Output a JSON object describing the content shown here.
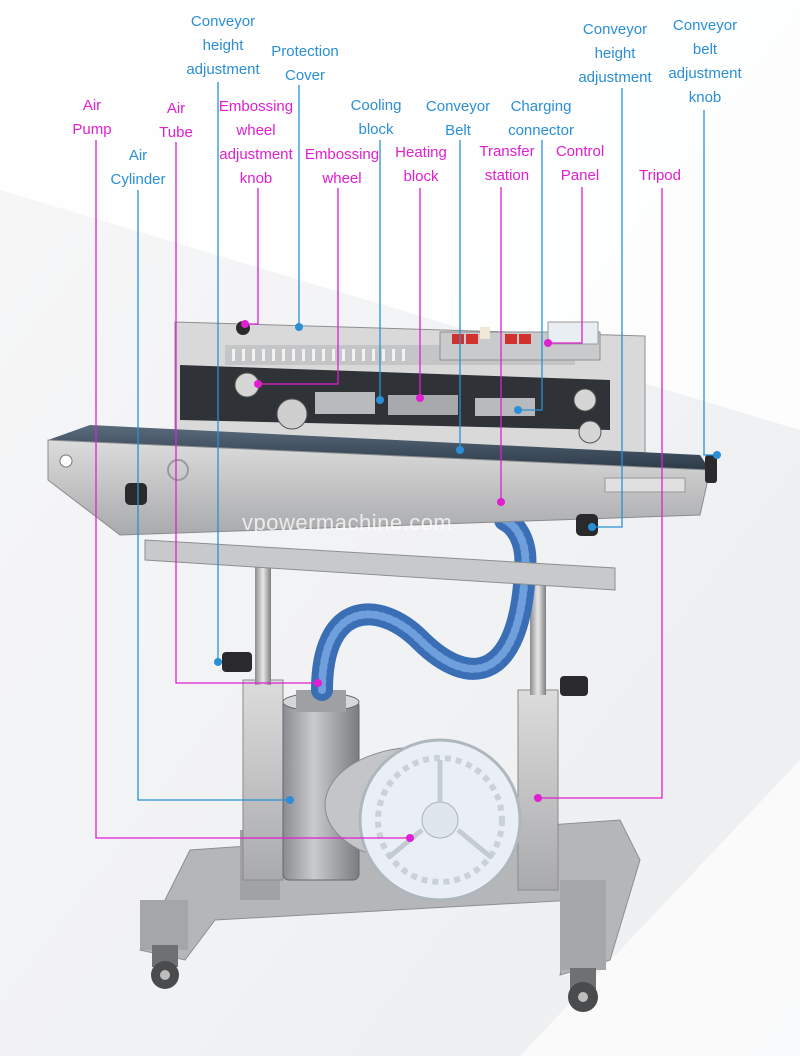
{
  "watermark": "vpowermachine.com",
  "colors": {
    "blue_label": "#2a8fd6",
    "magenta_label": "#e01fd0"
  },
  "labels": [
    {
      "id": "conveyor-height-adjustment-top",
      "color": "blue",
      "lines": [
        "Conveyor",
        "height",
        "adjustment"
      ]
    },
    {
      "id": "protection-cover",
      "color": "blue",
      "lines": [
        "Protection",
        "Cover"
      ]
    },
    {
      "id": "conveyor-height-adjustment-right",
      "color": "blue",
      "lines": [
        "Conveyor",
        "height",
        "adjustment"
      ]
    },
    {
      "id": "conveyor-belt-adjustment-knob",
      "color": "blue",
      "lines": [
        "Conveyor",
        "belt",
        "adjustment",
        "knob"
      ]
    },
    {
      "id": "air-pump",
      "color": "magenta",
      "lines": [
        "Air",
        "Pump"
      ]
    },
    {
      "id": "air-tube",
      "color": "magenta",
      "lines": [
        "Air",
        "Tube"
      ]
    },
    {
      "id": "air-cylinder",
      "color": "blue",
      "lines": [
        "Air",
        "Cylinder"
      ]
    },
    {
      "id": "embossing-wheel-adjustment-knob",
      "color": "magenta",
      "lines": [
        "Embossing",
        "wheel",
        "adjustment",
        "knob"
      ]
    },
    {
      "id": "embossing-wheel",
      "color": "magenta",
      "lines": [
        "Embossing",
        "wheel"
      ]
    },
    {
      "id": "cooling-block",
      "color": "blue",
      "lines": [
        "Cooling",
        "block"
      ]
    },
    {
      "id": "heating-block",
      "color": "magenta",
      "lines": [
        "Heating",
        "block"
      ]
    },
    {
      "id": "conveyor-belt",
      "color": "blue",
      "lines": [
        "Conveyor",
        "Belt"
      ]
    },
    {
      "id": "transfer-station",
      "color": "magenta",
      "lines": [
        "Transfer",
        "station"
      ]
    },
    {
      "id": "charging-connector",
      "color": "blue",
      "lines": [
        "Charging",
        "connector"
      ]
    },
    {
      "id": "control-panel",
      "color": "magenta",
      "lines": [
        "Control",
        "Panel"
      ]
    },
    {
      "id": "tripod",
      "color": "magenta",
      "lines": [
        "Tripod"
      ]
    }
  ]
}
